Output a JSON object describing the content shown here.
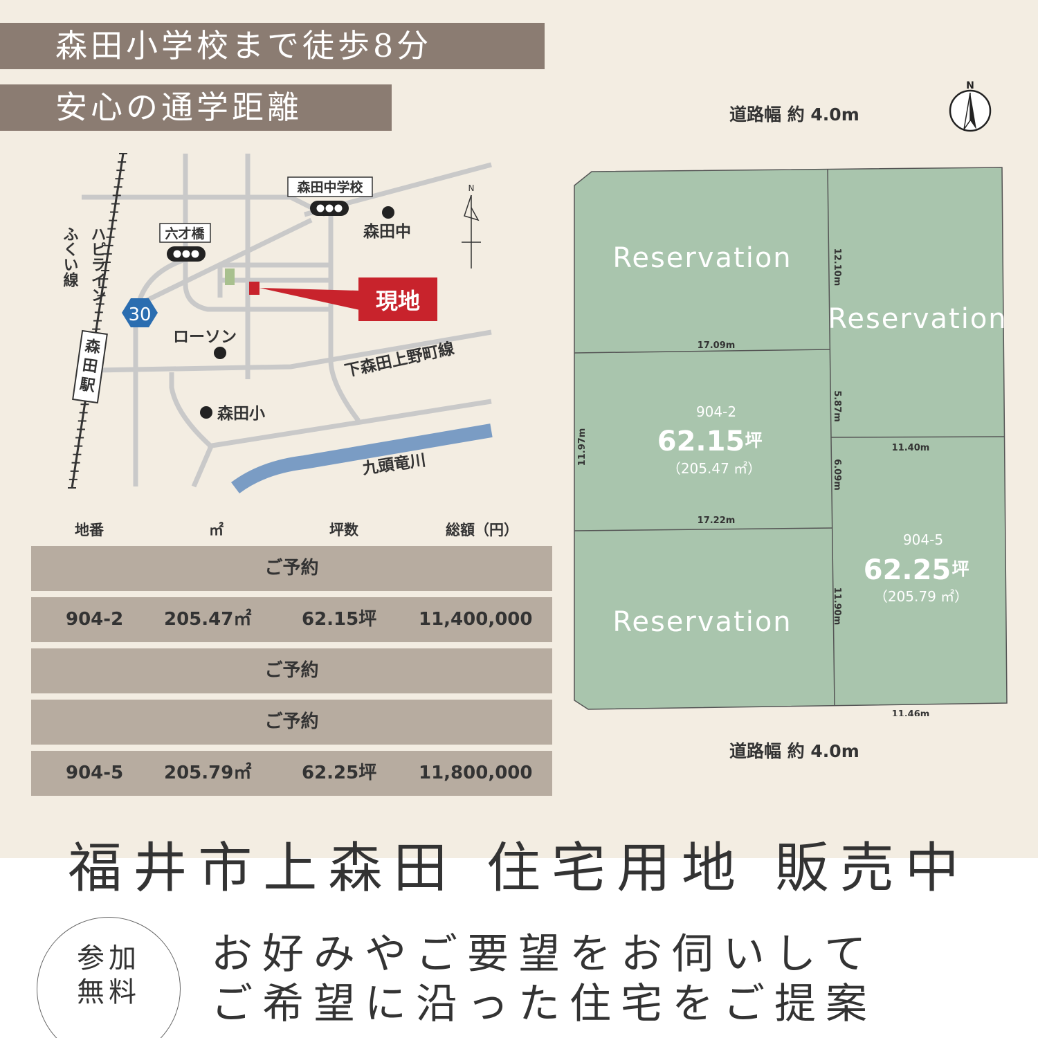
{
  "header": {
    "line1": "森田小学校まで徒歩8分",
    "line2": "安心の通学距離"
  },
  "map": {
    "railway_line": "ハピライン\nふくい線",
    "station": "森田駅",
    "route_number": "30",
    "signal_rokusaibashi": "六才橋",
    "signal_morita_jhs": "森田中学校",
    "poi_morita_jhs": "森田中",
    "poi_lawson": "ローソン",
    "poi_morita_es": "森田小",
    "road_name": "下森田上野町線",
    "river_name": "九頭竜川",
    "site_label": "現地",
    "north": "N",
    "colors": {
      "site": "#c8232c",
      "river": "#7a9cc4",
      "road": "#c9c9c9",
      "route_badge": "#2a6db0"
    }
  },
  "plot": {
    "road_top": "道路幅 約 4.0m",
    "road_bottom": "道路幅 約 4.0m",
    "north": "N",
    "lot_color": "#a9c5ad",
    "lots": [
      {
        "label": "Reservation"
      },
      {
        "label": "Reservation"
      },
      {
        "id": "904-2",
        "tsubo": "62.15",
        "unit": "坪",
        "area": "（205.47 ㎡）"
      },
      {
        "label": "Reservation"
      },
      {
        "id": "904-5",
        "tsubo": "62.25",
        "unit": "坪",
        "area": "（205.79 ㎡）"
      }
    ],
    "dims": {
      "d_17_09": "17.09m",
      "d_17_22": "17.22m",
      "d_11_97": "11.97m",
      "d_12_10": "12.10m",
      "d_5_87": "5.87m",
      "d_6_09": "6.09m",
      "d_11_40": "11.40m",
      "d_11_90": "11.90m",
      "d_11_46": "11.46m"
    }
  },
  "table": {
    "headers": [
      "地番",
      "㎡",
      "坪数",
      "総額（円）"
    ],
    "rows": [
      {
        "reserved": "ご予約"
      },
      {
        "lot": "904-2",
        "sqm": "205.47㎡",
        "tsubo": "62.15坪",
        "price": "11,400,000"
      },
      {
        "reserved": "ご予約"
      },
      {
        "reserved": "ご予約"
      },
      {
        "lot": "904-5",
        "sqm": "205.79㎡",
        "tsubo": "62.25坪",
        "price": "11,800,000"
      }
    ]
  },
  "footer": {
    "title": "福井市上森田 住宅用地 販売中",
    "badge_line1": "参加",
    "badge_line2": "無料",
    "message_line1": "お好みやご要望をお伺いして",
    "message_line2": "ご希望に沿った住宅をご提案"
  }
}
